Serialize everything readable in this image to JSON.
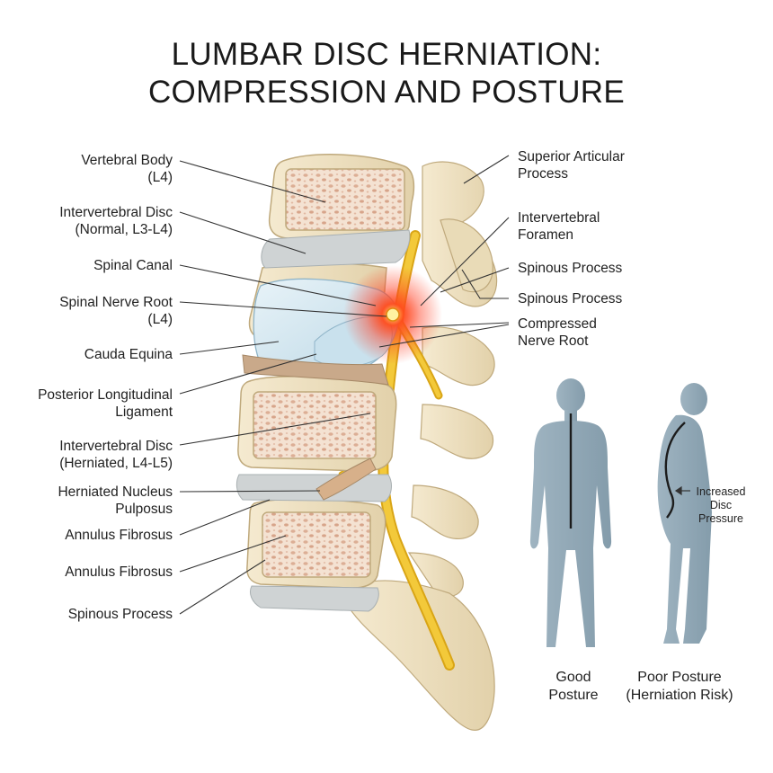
{
  "title": {
    "line1": "LUMBAR DISC HERNIATION:",
    "line2": "COMPRESSION AND POSTURE"
  },
  "left_labels": [
    {
      "line1": "Vertebral Body",
      "line2": "(L4)"
    },
    {
      "line1": "Intervertebral Disc",
      "line2": "(Normal, L3-L4)"
    },
    {
      "line1": "Spinal Canal",
      "line2": ""
    },
    {
      "line1": "Spinal Nerve Root",
      "line2": "(L4)"
    },
    {
      "line1": "Cauda Equina",
      "line2": ""
    },
    {
      "line1": "Posterior Longitudinal",
      "line2": "Ligament"
    },
    {
      "line1": "Intervertebral Disc",
      "line2": "(Herniated, L4-L5)"
    },
    {
      "line1": "Herniated Nucleus",
      "line2": "Pulposus"
    },
    {
      "line1": "Annulus Fibrosus",
      "line2": ""
    },
    {
      "line1": "Annulus Fibrosus",
      "line2": ""
    },
    {
      "line1": "Spinous Process",
      "line2": ""
    }
  ],
  "right_labels": [
    {
      "line1": "Superior Articular",
      "line2": "Process"
    },
    {
      "line1": "Intervertebral",
      "line2": "Foramen"
    },
    {
      "line1": "Spinous Process",
      "line2": ""
    },
    {
      "line1": "Spinous Process",
      "line2": ""
    },
    {
      "line1": "Compressed",
      "line2": "Nerve Root"
    }
  ],
  "pressure_note": {
    "line1": "Increased",
    "line2": "Disc",
    "line3": "Pressure"
  },
  "postures": {
    "good": {
      "line1": "Good",
      "line2": "Posture"
    },
    "poor": {
      "line1": "Poor Posture",
      "line2": "(Herniation Risk)"
    }
  },
  "colors": {
    "bone": "#efe3c4",
    "bone_dark": "#d9c79e",
    "spongy": "#e8c9b4",
    "disc_normal": "#cfd3d4",
    "disc_herniated": "#d6e9f2",
    "nerve": "#f1c233",
    "inflammation": "#ff3b1f",
    "figure": "#8ea5b3"
  }
}
